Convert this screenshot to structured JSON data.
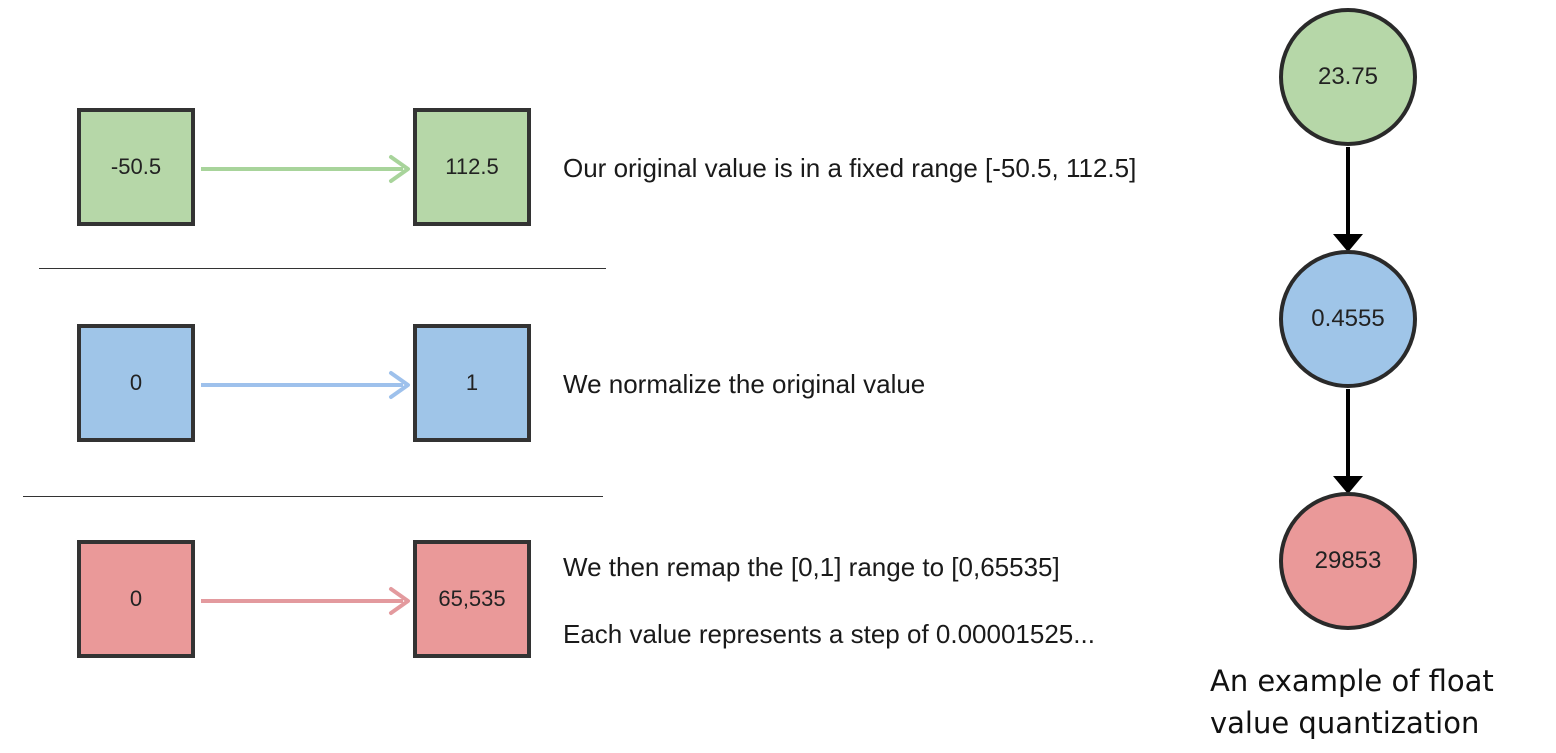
{
  "colors": {
    "green_fill": "#b6d7a8",
    "blue_fill": "#9fc5e8",
    "red_fill": "#ea9999",
    "green_arrow": "#a8d49b",
    "blue_arrow": "#9ec1ec",
    "red_arrow": "#e39a9e",
    "outline": "#333333"
  },
  "rows": [
    {
      "start_value": "-50.5",
      "end_value": "112.5",
      "lines": [
        "Our original value is in a fixed range [-50.5, 112.5]"
      ]
    },
    {
      "start_value": "0",
      "end_value": "1",
      "lines": [
        "We normalize the original value"
      ]
    },
    {
      "start_value": "0",
      "end_value": "65,535",
      "lines": [
        "We then remap the [0,1] range to [0,65535]",
        "Each value represents a step of 0.00001525..."
      ]
    }
  ],
  "example": {
    "nodes": [
      "23.75",
      "0.4555",
      "29853"
    ],
    "caption_lines": [
      "An example of float",
      "value quantization"
    ]
  }
}
